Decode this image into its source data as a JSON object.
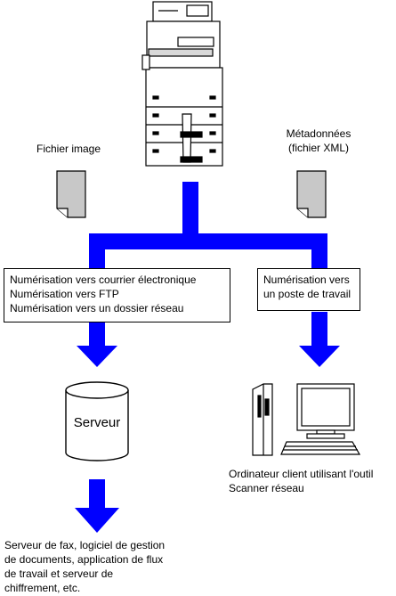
{
  "labels": {
    "image_file": "Fichier image",
    "metadata_line1": "Métadonnées",
    "metadata_line2": "(fichier XML)"
  },
  "left_box": {
    "lines": [
      "Numérisation vers courrier électronique",
      "Numérisation vers FTP",
      "Numérisation vers un dossier réseau"
    ]
  },
  "right_box": {
    "lines": [
      "Numérisation vers",
      "un poste de travail"
    ]
  },
  "server_label": "Serveur",
  "client_caption": {
    "line1": "Ordinateur client utilisant l'outil",
    "line2": "Scanner réseau"
  },
  "bottom_caption": {
    "lines": [
      "Serveur de fax, logiciel de gestion",
      "de documents, application de flux",
      "de travail et serveur de",
      "chiffrement, etc."
    ]
  },
  "colors": {
    "flow_blue": "#0000ff",
    "document_gray": "#c8c8c8"
  },
  "icons": [
    "mfp-printer-icon",
    "document-icon",
    "server-cylinder-icon",
    "desktop-computer-icon"
  ]
}
